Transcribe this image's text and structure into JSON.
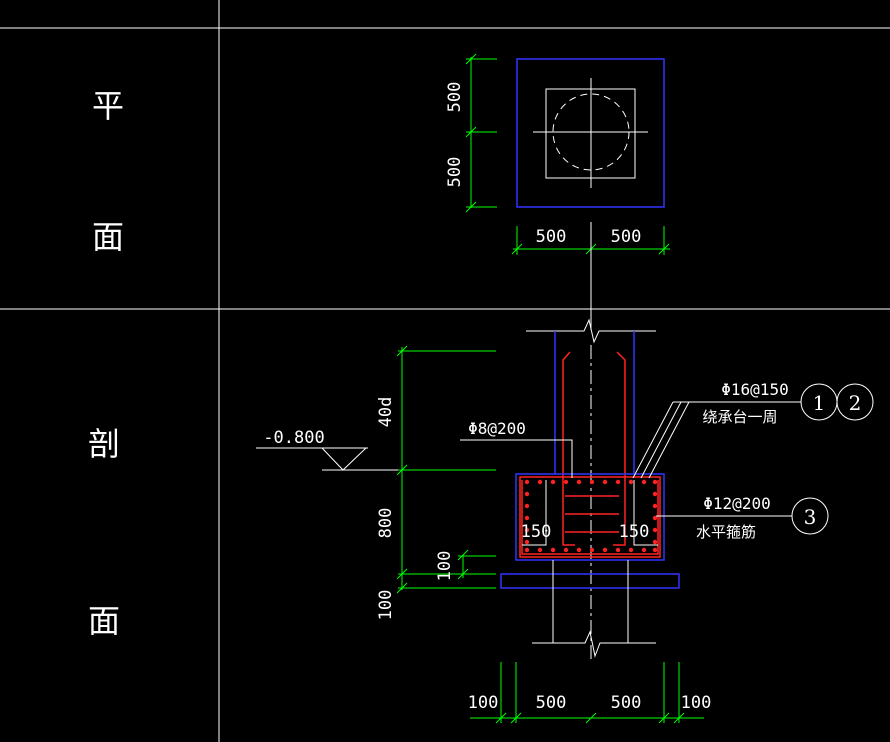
{
  "colors": {
    "background": "#000000",
    "frame": "#ffffff",
    "dimension": "#00ff00",
    "outline_blue": "#3333ff",
    "rebar_red": "#ff2222",
    "annotation": "#ffffff"
  },
  "labels": {
    "plan_top": "平",
    "plan_bottom": "面",
    "section_top": "剖",
    "section_bottom": "面"
  },
  "plan": {
    "dim_v_top": "500",
    "dim_v_bottom": "500",
    "dim_h_left": "500",
    "dim_h_right": "500"
  },
  "section": {
    "elevation": "-0.800",
    "dim_anchor": "40d",
    "dim_cap": "800",
    "dim_cushion": "100",
    "dim_cover": "100",
    "stirrup_label": "Φ8@200",
    "main_rebar_label": "Φ16@150",
    "main_rebar_note": "绕承台一周",
    "horiz_rebar_label": "Φ12@200",
    "horiz_rebar_note": "水平箍筋",
    "inner_left": "150",
    "inner_right": "150",
    "bubble_1": "1",
    "bubble_2": "2",
    "bubble_3": "3",
    "dim_b_100_left": "100",
    "dim_b_500_left": "500",
    "dim_b_500_right": "500",
    "dim_b_100_right": "100"
  }
}
